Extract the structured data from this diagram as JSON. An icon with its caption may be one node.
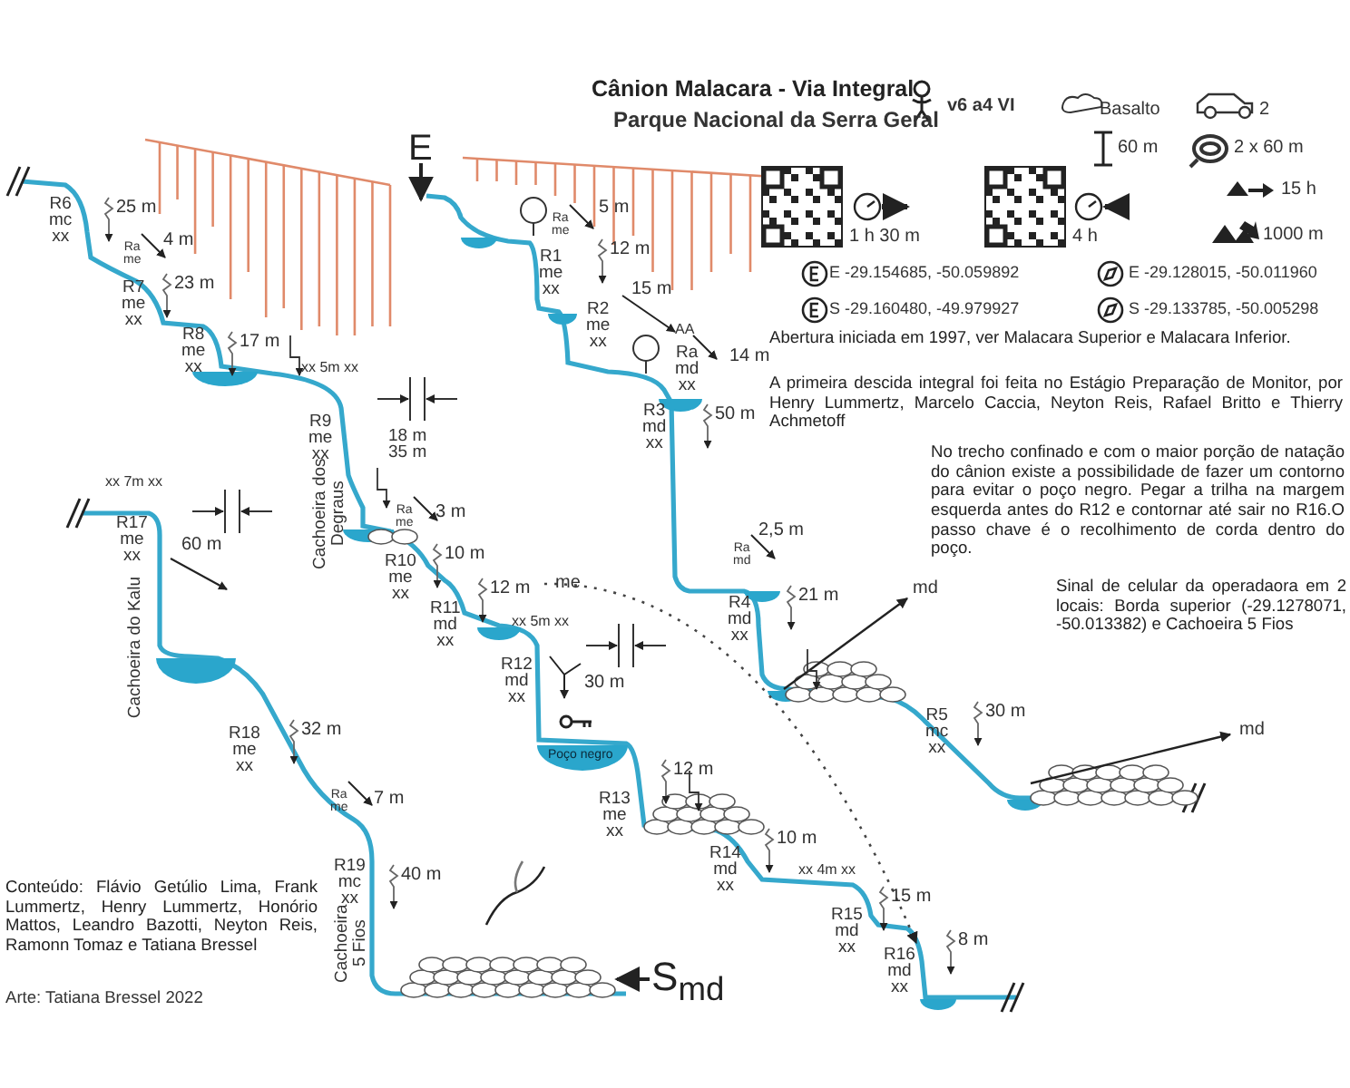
{
  "diagram": {
    "title": "Cânion Malacara - Via Integral",
    "labels": [
      "Parque Nacional da Serra Geral",
      "v6 a4 VI",
      "Basalto",
      "2",
      "60 m",
      "2 x 60 m",
      "15 h",
      "1 h 30 m",
      "4 h",
      "1000 m",
      "E -29.154685, -50.059892",
      "S -29.160480, -49.979927",
      "E -29.128015, -50.011960",
      "S -29.133785, -50.005298",
      "Abertura iniciada em 1997, ver Malacara Superior e Malacara Inferior.",
      "A primeira descida integral foi feita no Estágio Preparação de Monitor, por Henry Lummertz, Marcelo Caccia, Neyton Reis, Rafael Britto e Thierry Achmetoff",
      "No trecho confinado e com o maior porção de natação do cânion existe a possibilidade de fazer um contorno para evitar o poço negro. Pegar a trilha na margem esquerda antes do R12 e contornar até sair no R16.O passo chave é o recolhimento de corda dentro do poço.",
      "Sinal de celular da operadaora em 2 locais: Borda superior (-29.1278071, -50.013382) e Cachoeira 5 Fios",
      "Conteúdo: Flávio Getúlio Lima, Frank Lummertz, Henry Lummertz, Honório Mattos, Leandro Bazotti, Neyton Reis, Ramonn Tomaz e Tatiana Bressel",
      "Arte: Tatiana Bressel 2022",
      "R6 mc xx",
      "25 m",
      "Ra me",
      "4 m",
      "R7 me xx",
      "23 m",
      "R8 me xx",
      "17 m",
      "xx 5m xx",
      "R9 me xx",
      "18 m 35 m",
      "Cachoeira dos Degraus",
      "Ra me",
      "3 m",
      "R10 me xx",
      "10 m",
      "R11 md xx",
      "12 m",
      "me",
      "xx 5m xx",
      "R12 md xx",
      "30 m",
      "Poço negro",
      "R13 me xx",
      "12 m",
      "R14 md xx",
      "10 m",
      "xx 4m xx",
      "R15 md xx",
      "15 m",
      "R16 md xx",
      "8 m",
      "xx 7m xx",
      "R17 me xx",
      "60 m",
      "Cachoeira do Kalu",
      "R18 me xx",
      "32 m",
      "Ra me",
      "7 m",
      "R19 mc xx",
      "40 m",
      "Cachoeira 5 Fios",
      "S$_{md}$",
      "E",
      "Ra me",
      "5 m",
      "R1 me xx",
      "12 m",
      "15 m",
      "AA",
      "R2 me xx",
      "Ra md xx",
      "14 m",
      "R3 md xx",
      "50 m",
      "2,5 m",
      "Ra md",
      "R4 md xx",
      "21 m",
      "md",
      "R5 mc xx",
      "30 m",
      "md"
    ]
  }
}
